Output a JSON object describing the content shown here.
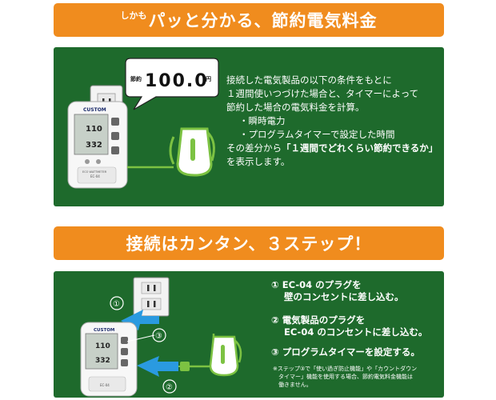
{
  "banner1": {
    "small": "しかも",
    "main": "パッと分かる、節約電気料金"
  },
  "panel1": {
    "desc_lines": [
      "接続した電気製品の以下の条件をもとに",
      "１週間使いつづけた場合と、タイマーによって",
      "節約した場合の電気料金を計算。"
    ],
    "bullets": [
      "・瞬時電力",
      "・プログラムタイマーで設定した時間"
    ],
    "summary_prefix": "その差分から",
    "summary_bold": "「１週間でどれくらい節約できるか」",
    "summary_suffix": "を表示します。",
    "callout_label": "節約",
    "callout_value": "100.0",
    "callout_unit": "円",
    "device_brand": "CUSTOM",
    "device_model_top": "ECO WATTMETER",
    "device_model": "EC-04",
    "lcd_value1": "110",
    "lcd_value2": "332"
  },
  "banner2": {
    "main": "接続はカンタン、３ステップ！"
  },
  "panel2": {
    "steps": [
      {
        "num": "①",
        "line1": "EC-04 のプラグを",
        "line2": "壁のコンセントに差し込む。"
      },
      {
        "num": "②",
        "line1": "電気製品のプラグを",
        "line2": "EC-04 のコンセントに差し込む。"
      },
      {
        "num": "③",
        "line1": "プログラムタイマーを設定する。",
        "line2": ""
      }
    ],
    "note_lines": [
      "※ステップ③で「使い過ぎ防止機能」や「カウントダウン",
      "　タイマー」機能を使用する場合、節約電気料金機能は",
      "　働きません。"
    ],
    "markers": [
      "①",
      "②",
      "③"
    ],
    "device_brand": "CUSTOM",
    "device_model": "EC-04",
    "lcd_value1": "110",
    "lcd_value2": "332"
  }
}
